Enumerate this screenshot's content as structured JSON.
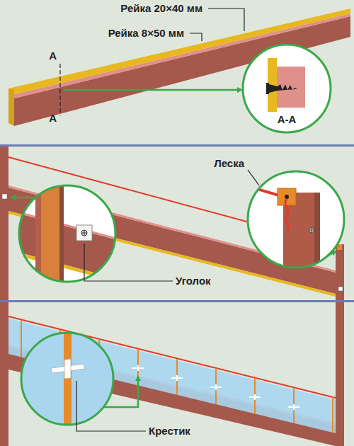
{
  "diagram": {
    "labels": [
      "Рейка 20×40 мм",
      "Рейка 8×50 мм",
      "А",
      "А",
      "А-А",
      "Леска",
      "Уголок",
      "Крестик"
    ]
  }
}
